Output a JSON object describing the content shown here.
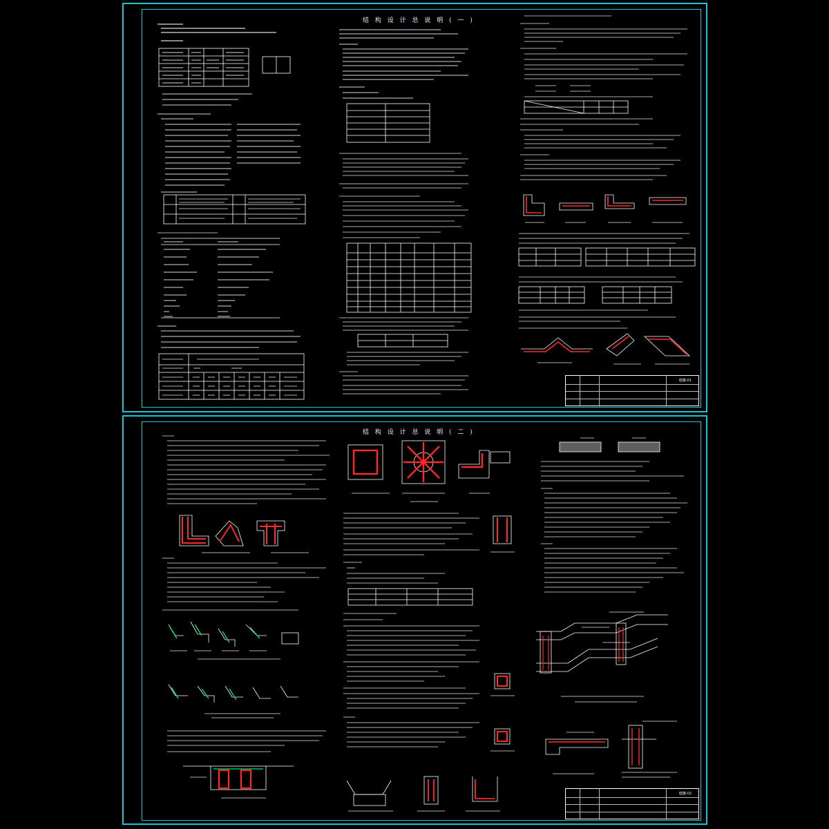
{
  "sheets": [
    {
      "title": "结 构 设 计 总 说 明 ( 一 )",
      "title_block_drawing_no": "结施-01"
    },
    {
      "title": "结 构 设 计 总 说 明 ( 二 )",
      "title_block_drawing_no": "结施-02"
    }
  ],
  "colors": {
    "frame": "#19c6d8",
    "text": "#d9d9d9",
    "highlight_text": "#e8e84a",
    "rebar": "#ff2a2a",
    "concrete_hatch": "#ffffff",
    "background": "#000000"
  }
}
